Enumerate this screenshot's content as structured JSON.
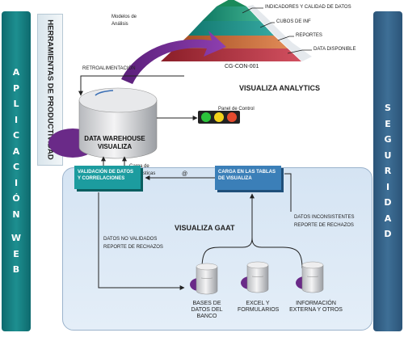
{
  "colors": {
    "side_left": "#1d8f90",
    "side_right": "#3e6f96",
    "panel": "#dbe8f5",
    "teal": "#1c9c9f",
    "blue": "#3b7fb8",
    "purple": "#6a2a88"
  },
  "left_bar": {
    "label": "APLICACIÓN WEB"
  },
  "right_bar": {
    "label": "SEGURIDAD"
  },
  "herramientas": {
    "label": "HERRAMIENTAS DE PRODUCTIVIDAD"
  },
  "top": {
    "modelos": "Modelos de Análisis",
    "retro": "RETROALIMENTACIÓN",
    "pyramid_levels": [
      "INDICADORES Y CALIDAD DE DATOS",
      "CUBOS DE INF",
      "REPORTES",
      "DATA DISPONIBLE"
    ],
    "code": "CG-CON-001",
    "analytics": "VISUALIZA ANALYTICS"
  },
  "dw": {
    "label": "DATA WAREHOUSE VISUALIZA"
  },
  "panel": {
    "label": "Panel de Control"
  },
  "carga_est": "Carga de Estadísticas",
  "gaat": {
    "title": "VISUALIZA GAAT",
    "valid_box": "VALIDACIÓN DE DATOS Y CORRELACIONES",
    "carga_box": "CARGA EN LAS TABLAS DE VISUALIZA",
    "at": "@",
    "inconsistentes": "DATOS INCONSISTENTES",
    "rep_rechazos_1": "REPORTE DE RECHAZOS",
    "no_validados": "DATOS NO VALIDADOS",
    "rep_rechazos_2": "REPORTE DE RECHAZOS",
    "sources": [
      "BASES DE DATOS DEL BANCO",
      "EXCEL Y FORMULARIOS",
      "INFORMACIÓN EXTERNA Y OTROS"
    ]
  }
}
